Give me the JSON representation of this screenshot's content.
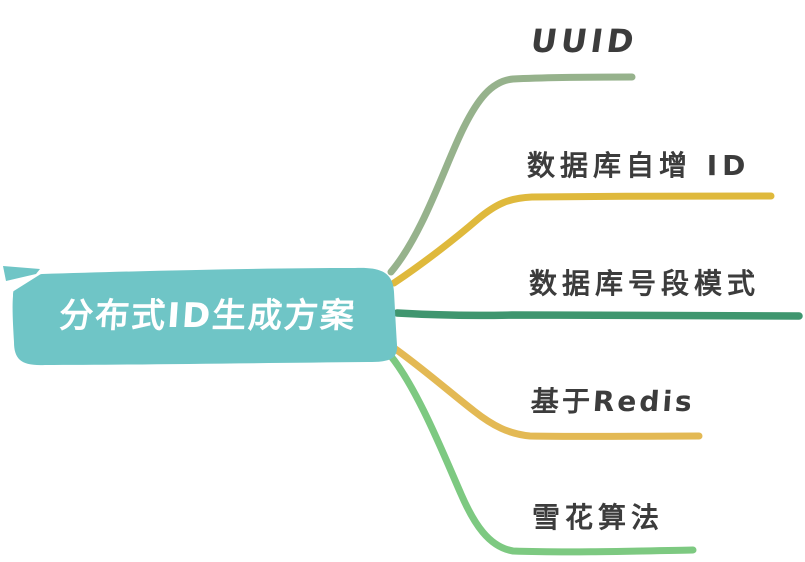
{
  "diagram": {
    "background": "#ffffff",
    "label_color": "#3c3c3c",
    "root": {
      "label": "分布式ID生成方案",
      "fill": "#6fc5c6",
      "text_color": "#ffffff"
    },
    "branches": [
      {
        "id": "uuid",
        "label": "UUID",
        "color": "#96b28c"
      },
      {
        "id": "autoid",
        "label": "数据库自增 ID",
        "color": "#dfb93c"
      },
      {
        "id": "segment",
        "label": "数据库号段模式",
        "color": "#3f966f"
      },
      {
        "id": "redis",
        "label": "基于Redis",
        "color": "#e3b954"
      },
      {
        "id": "snow",
        "label": "雪花算法",
        "color": "#7dc981"
      }
    ]
  }
}
